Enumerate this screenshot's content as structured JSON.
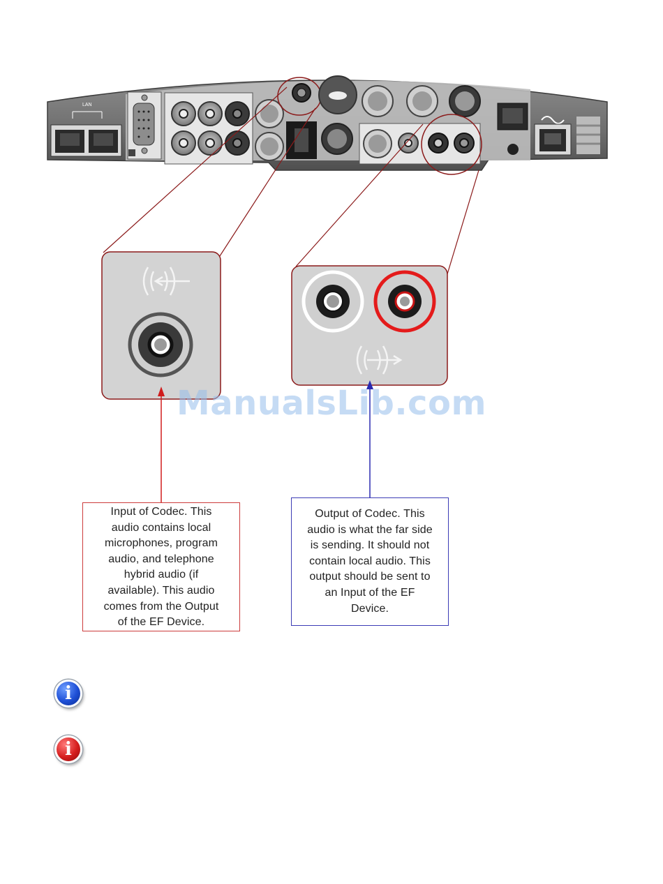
{
  "panel": {
    "lan_label": "LAN",
    "icons": [
      "vga-port-icon",
      "rca-jack-icon",
      "s-video-port-icon",
      "rj45-port-icon",
      "telephone-port-icon",
      "power-icon"
    ]
  },
  "callouts": {
    "input": {
      "lines": [
        "Input of Codec.  This",
        "audio contains local",
        "microphones, program",
        "audio, and telephone",
        "hybrid audio (if",
        "available).  This audio",
        "comes from the Output",
        "of the EF Device."
      ],
      "border_color": "#cc3b3b"
    },
    "output": {
      "lines": [
        "Output of Codec.  This",
        "audio is what the far side",
        "is sending.  It should not",
        "contain local audio.  This",
        "output should be sent to",
        "an Input of the EF",
        "Device."
      ],
      "border_color": "#3b3bb5"
    }
  },
  "watermark": "ManualsLib.com",
  "notes": {
    "info_icon_glyph": "i",
    "warning_icon_glyph": "i",
    "info_color": "#1e4fd6",
    "warning_color": "#d61e1e"
  }
}
